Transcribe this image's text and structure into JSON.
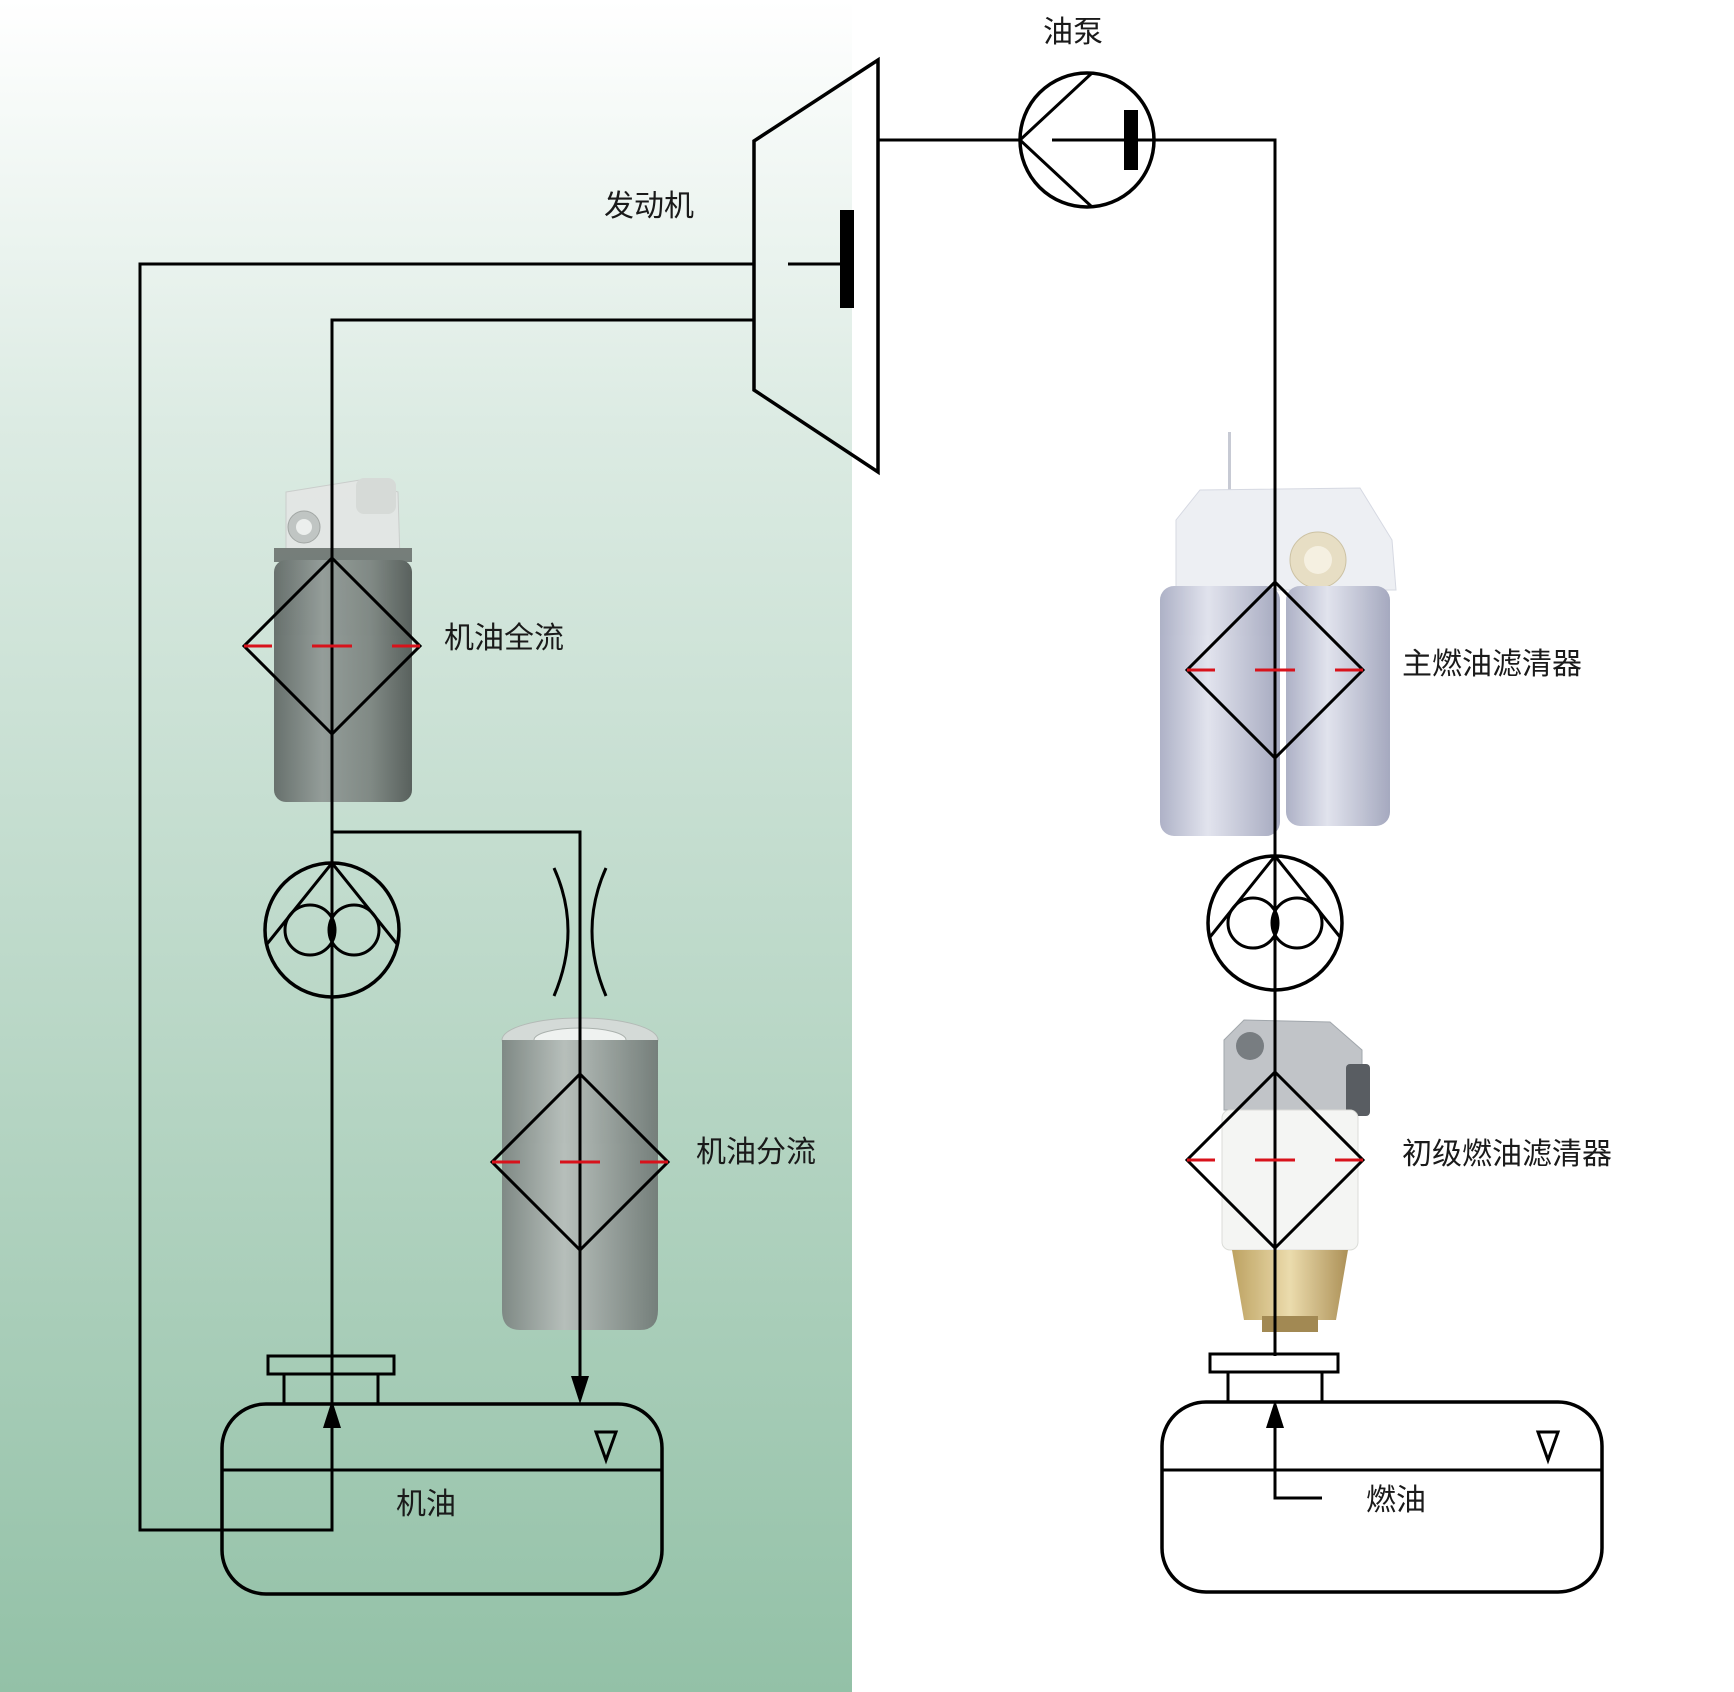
{
  "labels": {
    "engine": "发动机",
    "fuel_pump": "油泵",
    "oil_full_flow": "机油全流",
    "oil_bypass": "机油分流",
    "engine_oil": "机油",
    "main_fuel_filter": "主燃油滤清器",
    "primary_fuel_filter": "初级燃油滤清器",
    "fuel": "燃油"
  },
  "colors": {
    "oil_zone_top": "#ffffff",
    "oil_zone_bottom": "#93c1a7",
    "line": "#000000",
    "filter_media": "#d8121b",
    "oil_filter_body": "#7d8581",
    "fuel_filter_body": "#c9ccdc"
  },
  "icons": [
    "engine-symbol",
    "pump-symbol",
    "gear-pump-symbol",
    "filter-symbol",
    "restrictor-symbol",
    "tank-symbol",
    "level-marker-icon",
    "flow-arrow-icon"
  ]
}
